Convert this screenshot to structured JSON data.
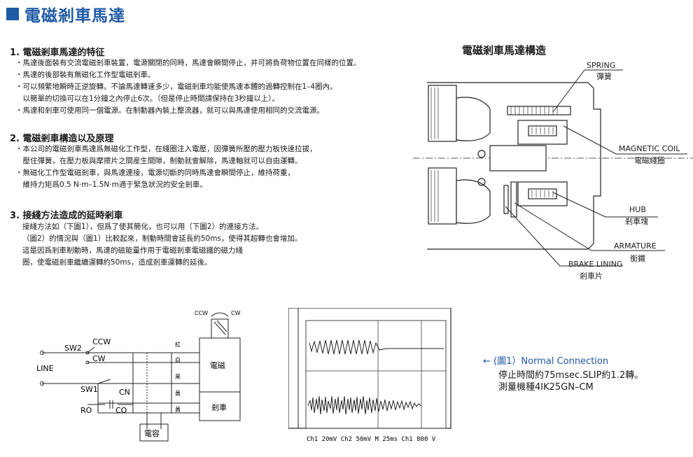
{
  "header": {
    "title": "電磁剎車馬達"
  },
  "sections": [
    {
      "heading": "1. 電磁剎車馬達的特征",
      "lines": [
        "・馬達後面裝有交流電磁剎車裝置，電源關閉的同時，馬達會瞬間停止，并可將負荷物位置在同樣的位置。",
        "・馬達的後部裝有無磁化工作型電磁剎車。",
        "・可以頻繁地瞬時正逆旋轉。不論馬達轉速多少，電磁剎車均能使馬達本體的過轉控制在1–4圈內。",
        "　以簡單的切換可以在1分鐘之內停止6次。（但是停止時間請保持在3秒鐘以上）。",
        "・馬達和剎車可使用同一個電源。在制動器內裝上整流器，就可以與馬達使用相同的交流電源。"
      ]
    },
    {
      "heading": "2. 電磁剎車構造以及原理",
      "lines": [
        "・本公司的電磁剎車馬達爲無磁化工作型，在綫圈注入電壓，因彈簧所壓的壓力板快速拉拔，",
        "　壓住彈簧，在壓力板與摩擦片之間産生間隙，制動就會解除，馬達軸就可以自由運轉。",
        "・無磁化工作型電磁剎車，與馬達連接，電源切斷的同時馬達會瞬間停止，維持荷重，",
        "　維持力矩爲0.5 N·m–1.5N·m適于緊急狀況的安全剎車。"
      ]
    },
    {
      "heading": "3. 接綫方法造成的延時剎車",
      "lines": [
        "接綫方法如（下圖1），但爲了使其簡化，也可以用（下圖2）的連接方法。",
        "（圖2）的情況與（圖1）比較起來，制動時間會延長約50ms，使得其超轉也會增加。",
        "這是因爲剎車制動時，馬達的磁能量作用于電磁剎車電磁鐵的磁力綫",
        "圈，使電磁剎車繼續運轉約50ms，造成剎車運轉的延後。"
      ]
    }
  ],
  "structure_diagram": {
    "title": "電磁剎車馬達構造",
    "labels": [
      {
        "en": "SPRING",
        "zh": "彈簧"
      },
      {
        "en": "MAGNETIC COIL",
        "zh": "電磁綫圈"
      },
      {
        "en": "HUB",
        "zh": "剎車塊"
      },
      {
        "en": "ARMATURE",
        "zh": "銜鐵"
      },
      {
        "en": "BRAKE LINING",
        "zh": "剎車片"
      }
    ]
  },
  "wiring_diagram": {
    "ccw": "CCW",
    "cw": "CW",
    "sw2": "SW2",
    "sw2_ccw": "CCW",
    "sw2_cw": "CW",
    "line": "LINE",
    "sw1": "SW1",
    "cn": "CN",
    "ro": "RO",
    "co": "CO",
    "wire_colors": [
      "紅",
      "白",
      "黑",
      "黃",
      "黃"
    ],
    "motor_label": "電磁",
    "brake_label": "剎車",
    "capacitor_label": "電容"
  },
  "oscilloscope": {
    "caption": "Ch1  20mV Ch2  50mV  M  25ms  Ch1   800 V"
  },
  "figure_note": {
    "arrow": "←",
    "label": "(圖1）Normal Connection",
    "line1": "停止時間約75msec.SLIP約1.2轉。",
    "line2": "測量機種4IK25GN–CM"
  }
}
